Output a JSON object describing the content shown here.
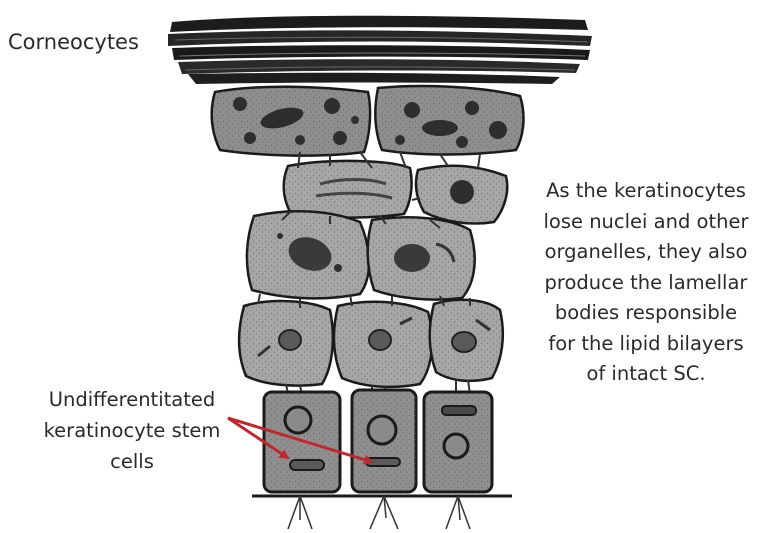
{
  "labels": {
    "corneocytes": "Corneocytes",
    "description_lines": [
      "As the keratinocytes",
      "lose nuclei and other",
      "organelles, they also",
      "produce the lamellar",
      "bodies responsible",
      "for the lipid bilayers",
      "of intact SC."
    ],
    "stem_cell_lines": [
      "Undifferentitated",
      "keratinocyte stem",
      "cells"
    ]
  },
  "colors": {
    "corneocyte": "#1c1c1c",
    "granular_cell": "#8e8e8e",
    "spinous_cell": "#a6a6a6",
    "basal_cell": "#8f8f8f",
    "nucleus_dark": "#2e2e2e",
    "nucleus_mid": "#5a5a5a",
    "outline": "#1a1a1a",
    "arrow": "#c0282d",
    "text": "#2a2a2a"
  }
}
